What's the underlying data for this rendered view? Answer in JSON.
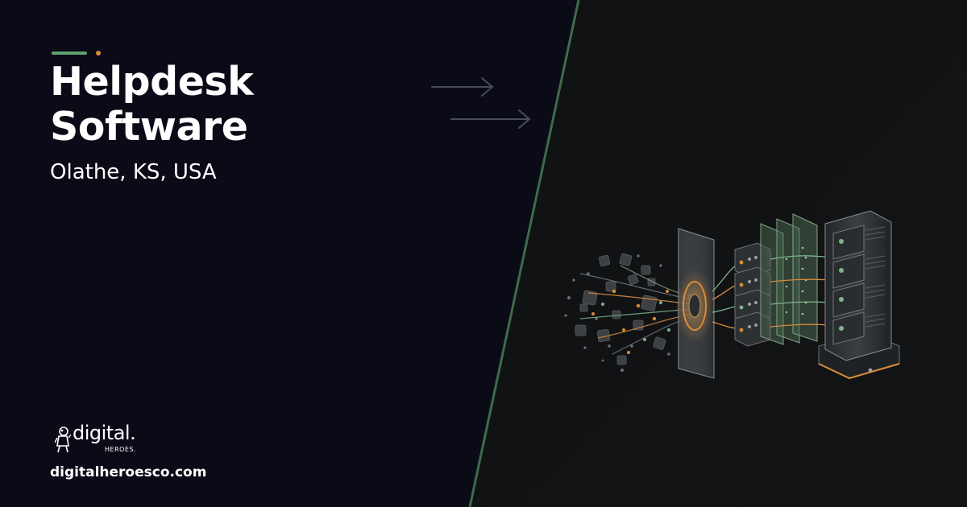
{
  "hero": {
    "title_line1": "Helpdesk",
    "title_line2": "Software",
    "location": "Olathe, KS, USA"
  },
  "brand": {
    "logo_word": "digital.",
    "logo_sub": "HEROES.",
    "website": "digitalheroesco.com"
  },
  "colors": {
    "background_left": "#0b0b18",
    "background_right": "#0f1114",
    "accent_green": "#5fa071",
    "accent_orange": "#d98b3a",
    "divider_green": "#3f6b4a",
    "text": "#ffffff"
  },
  "icons": {
    "accent": "accent-bar-icon",
    "arrows": "arrow-right-icon",
    "logo": "hero-mascot-icon",
    "illustration": "data-pipeline-server-illustration"
  }
}
